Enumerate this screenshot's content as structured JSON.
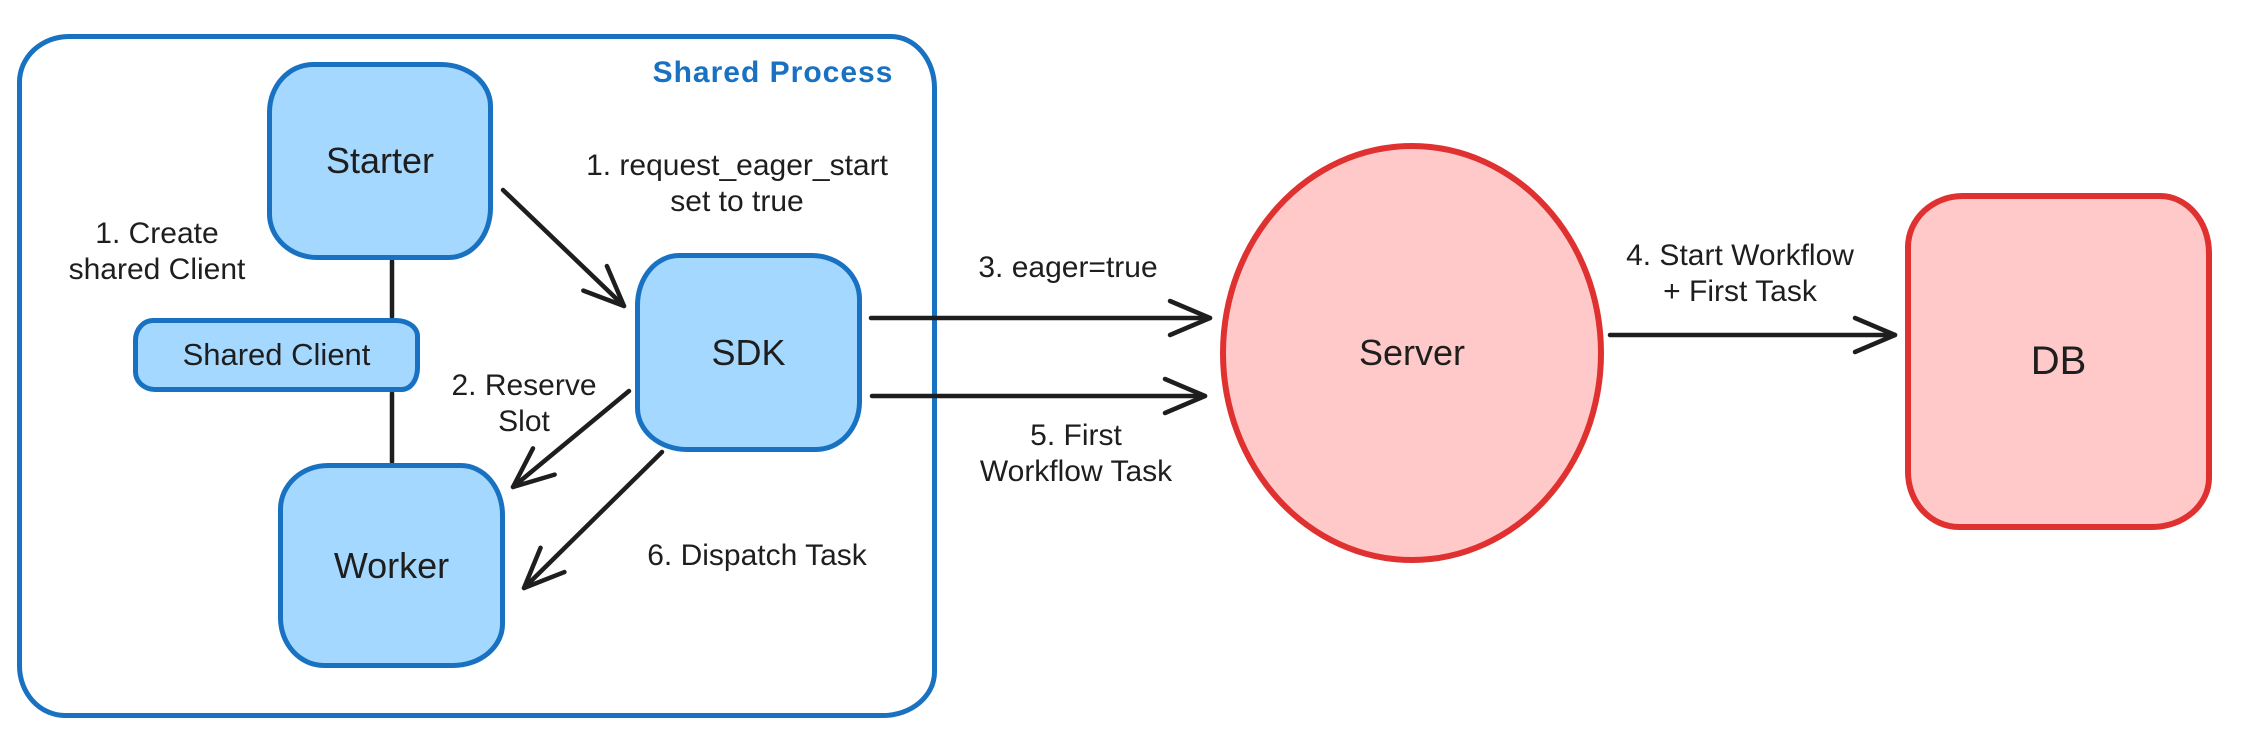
{
  "container": {
    "label": "Shared Process"
  },
  "nodes": {
    "starter": "Starter",
    "shared_client": "Shared Client",
    "worker": "Worker",
    "sdk": "SDK",
    "server": "Server",
    "db": "DB"
  },
  "annotations": {
    "create_client_line1": "1. Create",
    "create_client_line2": "shared Client",
    "request_eager_line1": "1. request_eager_start",
    "request_eager_line2": "set to true",
    "reserve_slot_line1": "2. Reserve",
    "reserve_slot_line2": "Slot",
    "eager_true": "3. eager=true",
    "start_workflow_line1": "4. Start Workflow",
    "start_workflow_line2": "+ First Task",
    "first_task_line1": "5. First",
    "first_task_line2": "Workflow Task",
    "dispatch_task": "6. Dispatch Task"
  },
  "colors": {
    "blue_stroke": "#1971c2",
    "blue_fill": "#a5d8ff",
    "red_stroke": "#e03131",
    "red_fill": "#ffc9c9",
    "arrow": "#1e1e1e",
    "text": "#1e1e1e"
  }
}
